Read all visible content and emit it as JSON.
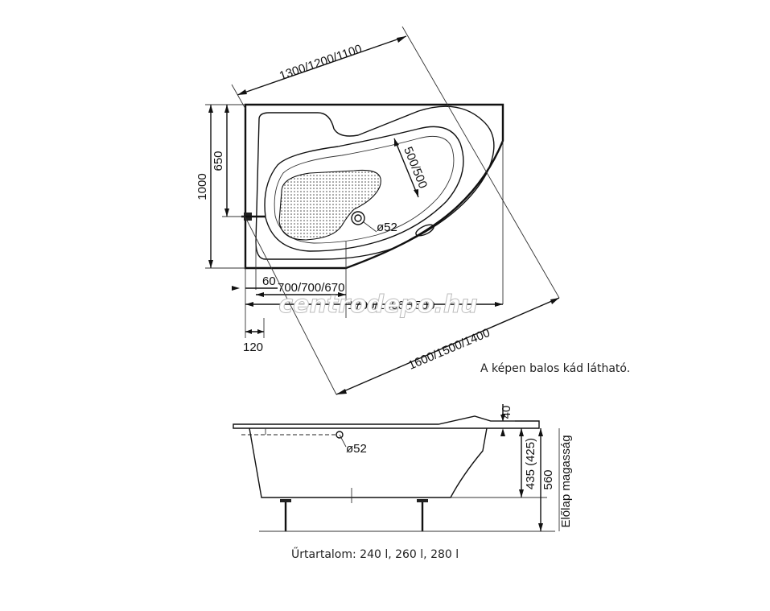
{
  "top_view": {
    "dim_length_diagonal": "1300/1200/1100",
    "dim_diagonal_long": "1600/1500/1400",
    "dim_width": "1000",
    "dim_height_inner": "650",
    "dim_basin_width": "500/500",
    "dim_drain": "ø52",
    "dim_offset": "60",
    "dim_mid": "700/700/670",
    "dim_total_length": "1700/1600/1500",
    "dim_foot": "120"
  },
  "side_view": {
    "dim_rim": "40",
    "dim_depth": "435 (425)",
    "dim_height": "560",
    "dim_drain": "ø52",
    "label_vertical": "Előlap magasság"
  },
  "notes": {
    "left_note": "A képen balos kád látható.",
    "capacity": "Űrtartalom: 240 l, 260 l, 280 l"
  },
  "watermark": "centrodepo.hu"
}
